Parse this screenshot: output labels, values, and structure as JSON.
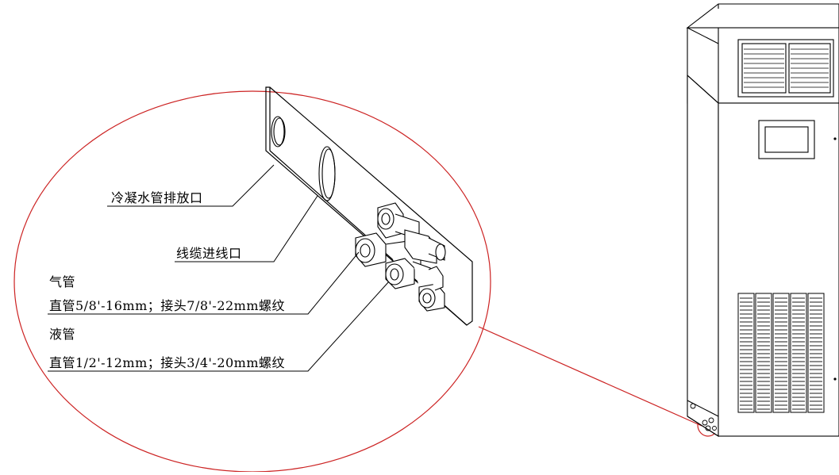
{
  "labels": {
    "condensate_outlet": "冷凝水管排放口",
    "cable_inlet": "线缆进线口",
    "gas_pipe_title": "气管",
    "gas_pipe_spec": "直管5/8'-16mm；接头7/8'-22mm螺纹",
    "liquid_pipe_title": "液管",
    "liquid_pipe_spec": "直管1/2'-12mm；接头3/4'-20mm螺纹"
  },
  "colors": {
    "detail_circle": "#cc2222",
    "leader_line": "#cc2222",
    "line_art": "#000000"
  }
}
